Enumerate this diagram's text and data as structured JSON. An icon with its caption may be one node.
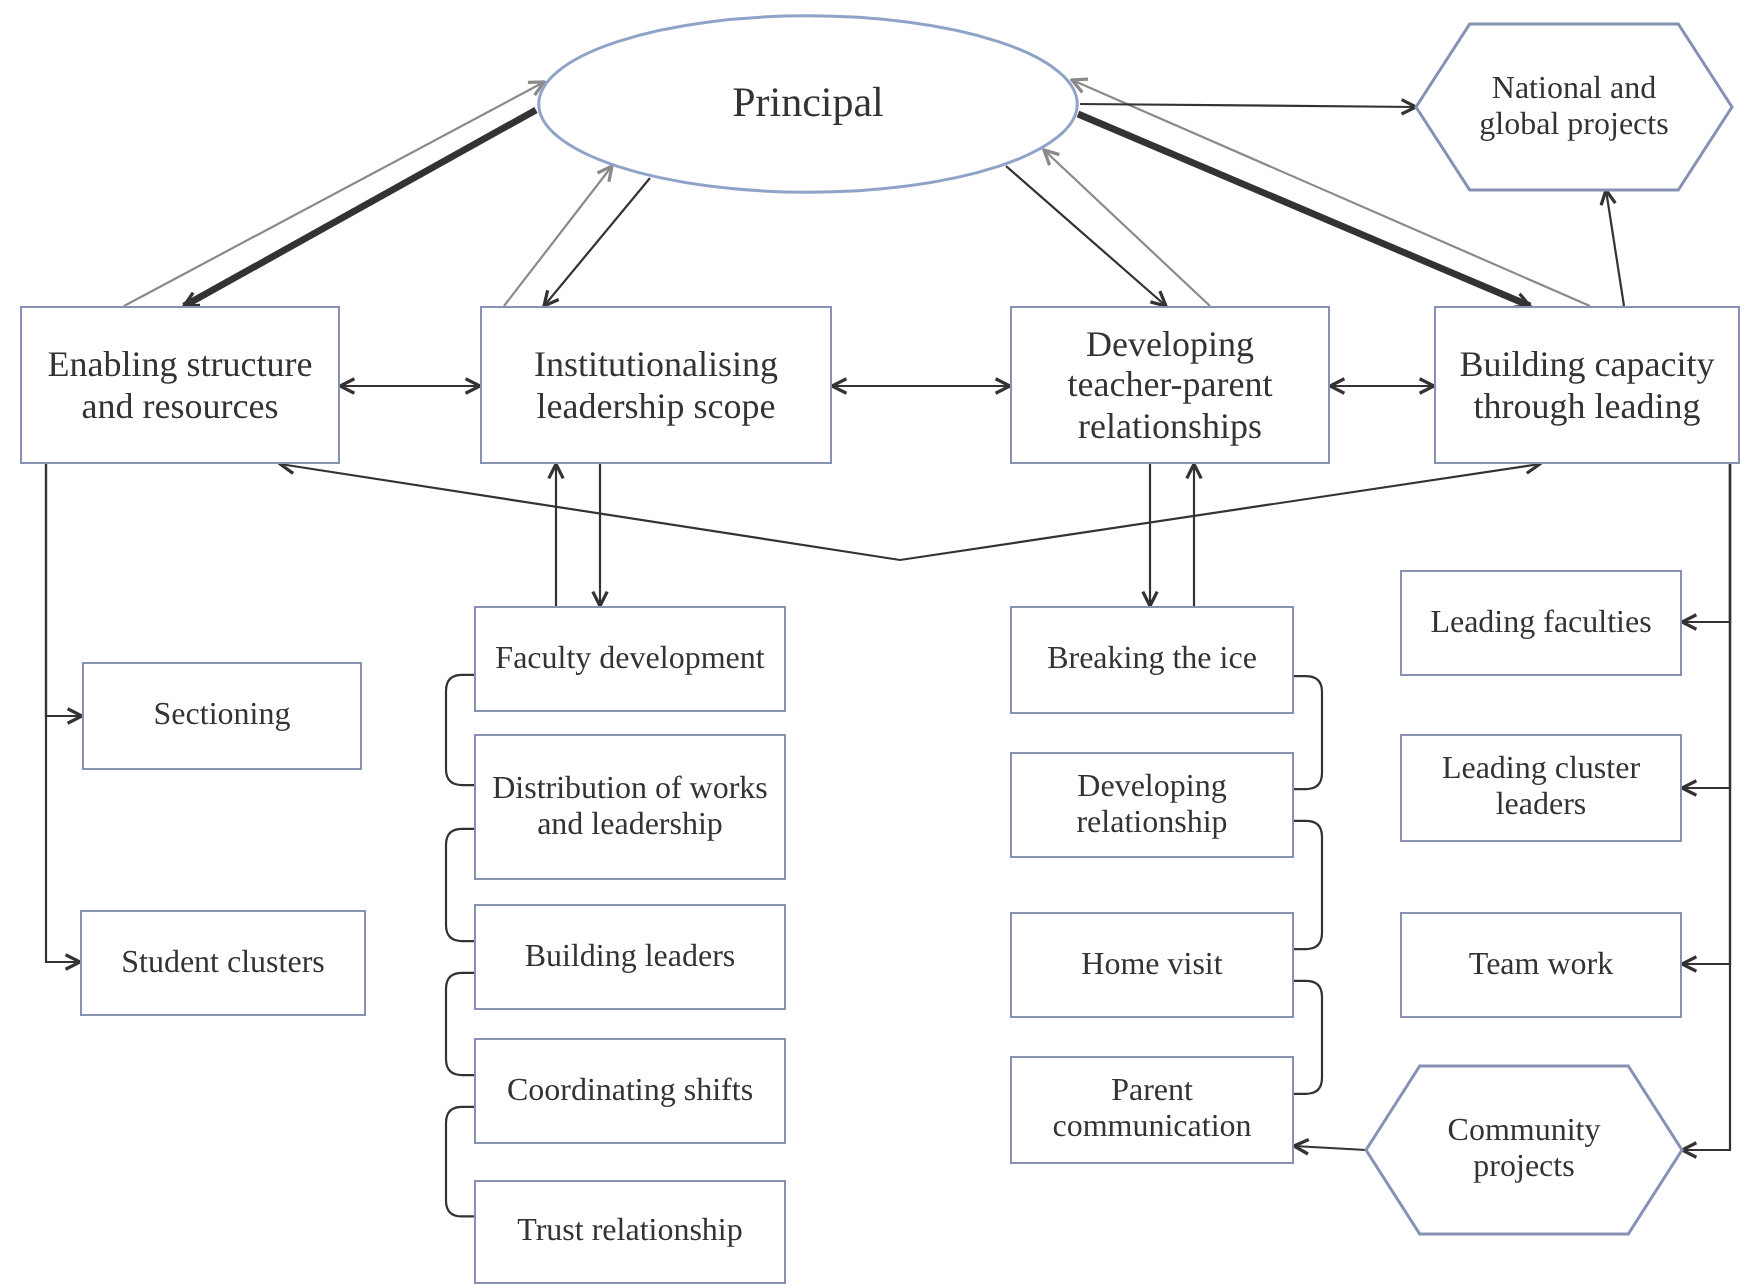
{
  "diagram": {
    "nodes": [
      {
        "text": [
          "Principal"
        ]
      },
      {
        "text": [
          "National and global projects"
        ]
      },
      {
        "text": [
          "Enabling structure and resources"
        ]
      },
      {
        "text": [
          "Institutionalising leadership scope"
        ]
      },
      {
        "text": [
          "Developing teacher-parent relationships"
        ]
      },
      {
        "text": [
          "Building capacity through leading"
        ]
      },
      {
        "text": [
          "Sectioning"
        ]
      },
      {
        "text": [
          "Student clusters"
        ]
      },
      {
        "text": [
          "Faculty development"
        ]
      },
      {
        "text": [
          "Distribution of works and leadership"
        ]
      },
      {
        "text": [
          "Building leaders"
        ]
      },
      {
        "text": [
          "Coordinating shifts"
        ]
      },
      {
        "text": [
          "Trust relationship"
        ]
      },
      {
        "text": [
          "Breaking the ice"
        ]
      },
      {
        "text": [
          "Developing relationship"
        ]
      },
      {
        "text": [
          "Home visit"
        ]
      },
      {
        "text": [
          "Parent communication"
        ]
      },
      {
        "text": [
          "Leading faculties"
        ]
      },
      {
        "text": [
          "Leading cluster leaders"
        ]
      },
      {
        "text": [
          "Team work"
        ]
      },
      {
        "text": [
          "Community projects"
        ]
      }
    ],
    "edges": [
      {
        "from": 0,
        "to": 2,
        "arrow": "to",
        "style": "thick"
      },
      {
        "from": 2,
        "to": 0,
        "arrow": "to",
        "color": "#8a8a8a"
      },
      {
        "from": 0,
        "to": 3,
        "arrow": "to"
      },
      {
        "from": 3,
        "to": 0,
        "arrow": "to",
        "color": "#8a8a8a"
      },
      {
        "from": 0,
        "to": 4,
        "arrow": "to"
      },
      {
        "from": 4,
        "to": 0,
        "arrow": "to",
        "color": "#8a8a8a"
      },
      {
        "from": 0,
        "to": 5,
        "arrow": "to",
        "style": "thick"
      },
      {
        "from": 5,
        "to": 0,
        "arrow": "to",
        "color": "#8a8a8a"
      },
      {
        "from": 0,
        "to": 1,
        "arrow": "to"
      },
      {
        "from": 5,
        "to": 1,
        "arrow": "to"
      },
      {
        "from": 2,
        "to": 3,
        "arrow": "both"
      },
      {
        "from": 3,
        "to": 4,
        "arrow": "both"
      },
      {
        "from": 4,
        "to": 5,
        "arrow": "both"
      },
      {
        "from": 2,
        "to": 5,
        "arrow": "both"
      },
      {
        "from": 3,
        "to": 8,
        "arrow": "to"
      },
      {
        "from": 8,
        "to": 3,
        "arrow": "to"
      },
      {
        "from": 4,
        "to": 13,
        "arrow": "to"
      },
      {
        "from": 13,
        "to": 4,
        "arrow": "to"
      },
      {
        "from": 2,
        "to": 6,
        "arrow": "to"
      },
      {
        "from": 2,
        "to": 7,
        "arrow": "to"
      },
      {
        "from": 5,
        "to": 17,
        "arrow": "to"
      },
      {
        "from": 5,
        "to": 18,
        "arrow": "to"
      },
      {
        "from": 5,
        "to": 19,
        "arrow": "to"
      },
      {
        "from": 5,
        "to": 20,
        "arrow": "to"
      },
      {
        "from": 20,
        "to": 16,
        "arrow": "to"
      },
      {
        "from": 8,
        "to": 9,
        "arrow": "none"
      },
      {
        "from": 9,
        "to": 10,
        "arrow": "none"
      },
      {
        "from": 10,
        "to": 11,
        "arrow": "none"
      },
      {
        "from": 11,
        "to": 12,
        "arrow": "none"
      },
      {
        "from": 13,
        "to": 14,
        "arrow": "none"
      },
      {
        "from": 14,
        "to": 15,
        "arrow": "none"
      },
      {
        "from": 15,
        "to": 16,
        "arrow": "none"
      }
    ]
  }
}
